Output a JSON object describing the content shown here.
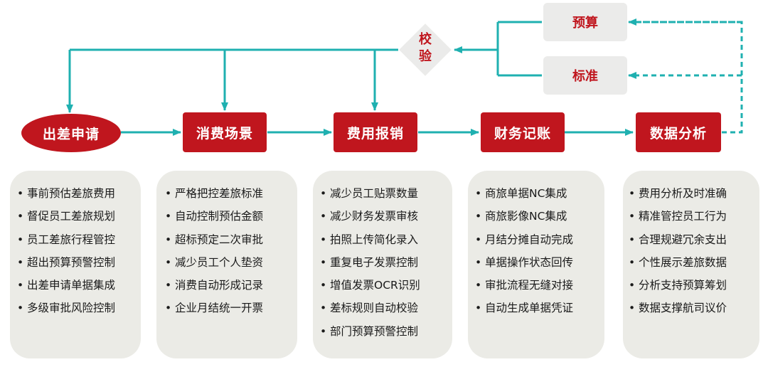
{
  "stages": [
    {
      "id": "apply",
      "label": "出差申请"
    },
    {
      "id": "consume",
      "label": "消费场景"
    },
    {
      "id": "expense",
      "label": "费用报销"
    },
    {
      "id": "finance",
      "label": "财务记账"
    },
    {
      "id": "analysis",
      "label": "数据分析"
    }
  ],
  "checks": {
    "verify": "校验",
    "budget": "预算",
    "standard": "标准"
  },
  "panels": [
    {
      "items": [
        "事前预估差旅费用",
        "督促员工差旅规划",
        "员工差旅行程管控",
        "超出预算预警控制",
        "出差申请单据集成",
        "多级审批风险控制"
      ]
    },
    {
      "items": [
        "严格把控差旅标准",
        "自动控制预估金额",
        "超标预定二次审批",
        "减少员工个人垫资",
        "消费自动形成记录",
        "企业月结统一开票"
      ]
    },
    {
      "items": [
        "减少员工贴票数量",
        "减少财务发票审核",
        "拍照上传简化录入",
        "重复电子发票控制",
        "增值发票OCR识别",
        "差标规则自动校验",
        "部门预算预警控制"
      ]
    },
    {
      "items": [
        "商旅单据NC集成",
        "商旅影像NC集成",
        "月结分摊自动完成",
        "单据操作状态回传",
        "审批流程无缝对接",
        "自动生成单据凭证"
      ]
    },
    {
      "items": [
        "费用分析及时准确",
        "精准管控员工行为",
        "合理规避冗余支出",
        "个性展示差旅数据",
        "分析支持预算筹划",
        "数据支撑航司议价"
      ]
    }
  ],
  "colors": {
    "red": "#c0161e",
    "teal": "#1fb0b0",
    "panel": "#ebebe6"
  }
}
